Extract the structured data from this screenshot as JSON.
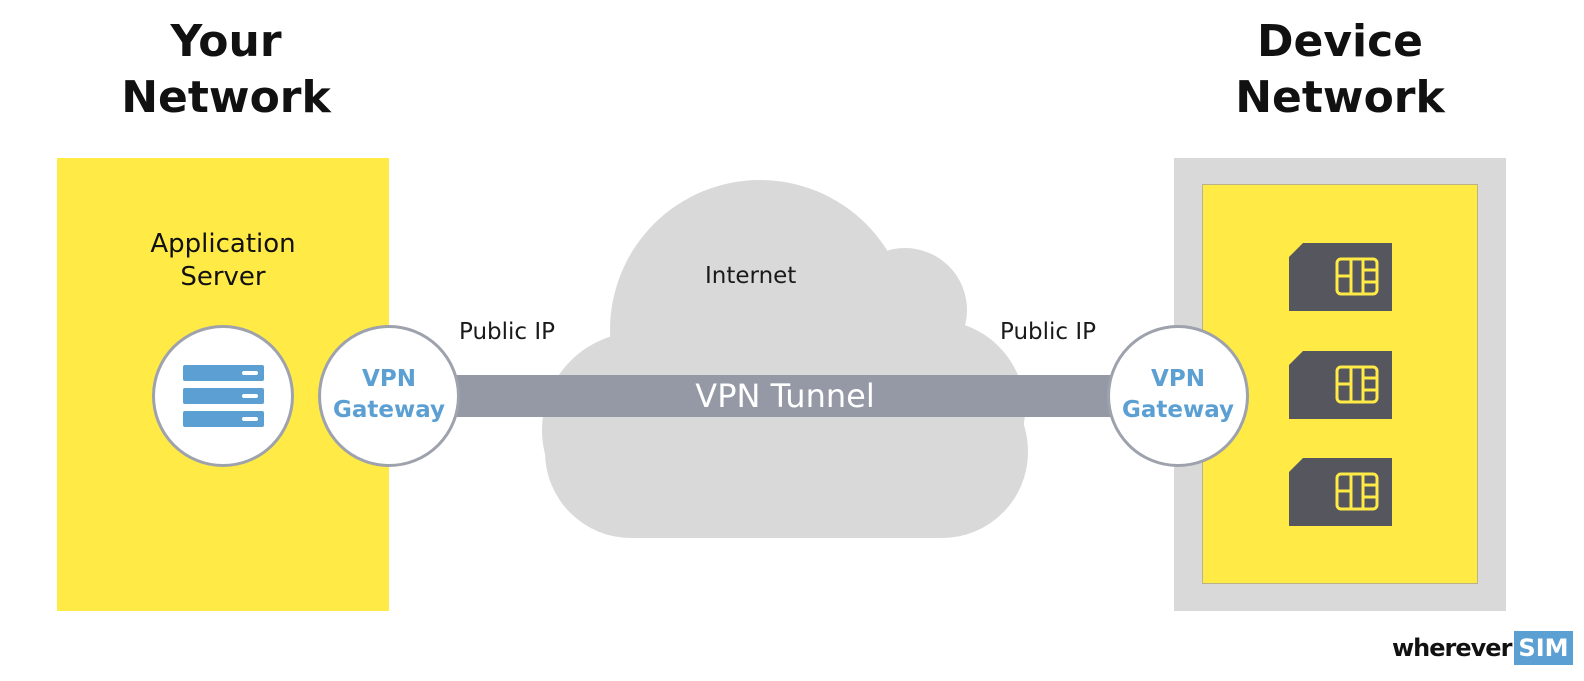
{
  "left_network": {
    "title": "Your\nNetwork",
    "server_label": "Application\nServer",
    "gateway_label": "VPN\nGateway"
  },
  "right_network": {
    "title": "Device\nNetwork",
    "gateway_label": "VPN\nGateway",
    "sim_cards": 3
  },
  "internet": {
    "label": "Internet",
    "public_ip_left": "Public IP",
    "public_ip_right": "Public IP",
    "tunnel_label": "VPN Tunnel"
  },
  "brand": {
    "word": "wherever",
    "badge": "SIM"
  },
  "colors": {
    "yellow": "#ffea46",
    "cloud": "#d9d9d9",
    "tunnel": "#9599a6",
    "gateway_text": "#5b9fd3",
    "sim": "#56565e",
    "brand_blue": "#5b9fd3"
  }
}
